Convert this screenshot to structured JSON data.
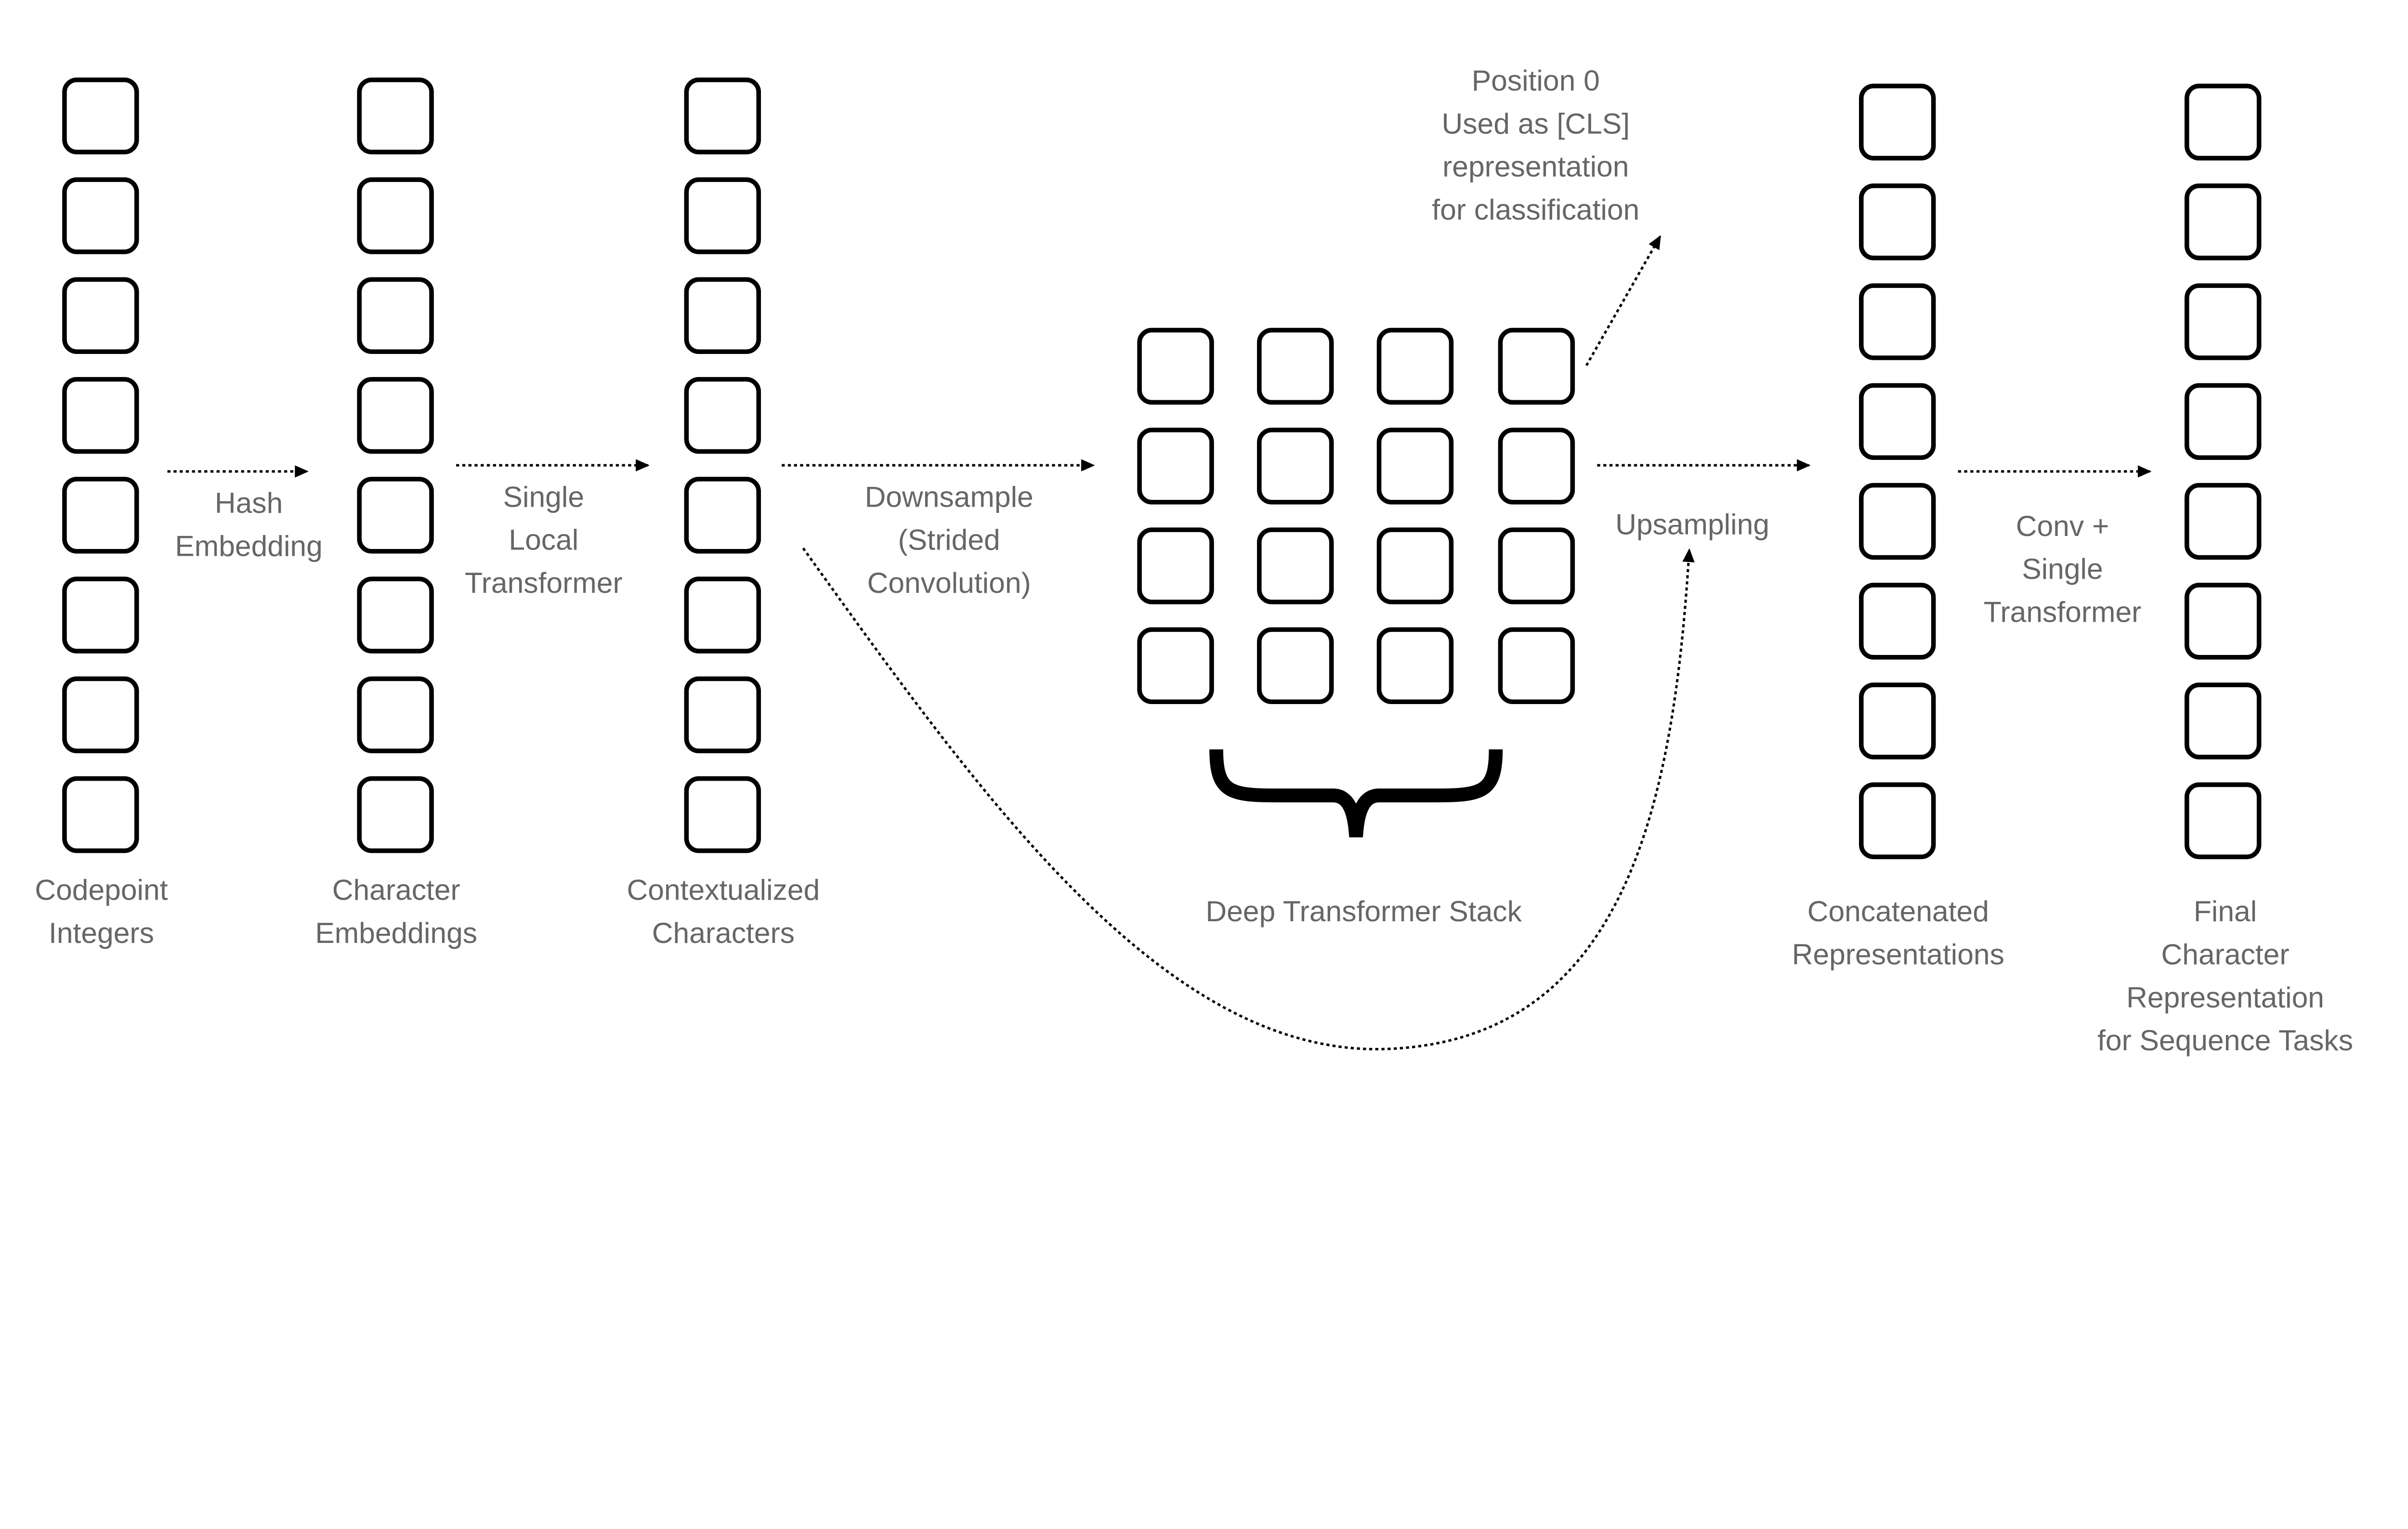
{
  "colors": {
    "box_stroke": "#000000",
    "label_text": "#666666",
    "background": "#ffffff"
  },
  "columns": [
    {
      "label": [
        "Codepoint",
        "Integers"
      ]
    },
    {
      "label": [
        "Character",
        "Embeddings"
      ]
    },
    {
      "label": [
        "Contextualized",
        "Characters"
      ]
    },
    {
      "label": [
        "Concatenated",
        "Representations"
      ]
    },
    {
      "label": [
        "Final",
        "Character",
        "Representation",
        "for Sequence Tasks"
      ]
    }
  ],
  "stack": {
    "label": "Deep Transformer Stack"
  },
  "arrows": [
    {
      "label": [
        "Hash",
        "Embedding"
      ]
    },
    {
      "label": [
        "Single",
        "Local",
        "Transformer"
      ]
    },
    {
      "label": [
        "Downsample",
        "(Strided",
        "Convolution)"
      ]
    },
    {
      "label": [
        "Upsampling"
      ]
    },
    {
      "label": [
        "Conv +",
        "Single",
        "Transformer"
      ]
    }
  ],
  "cls_note": [
    "Position 0",
    "Used as [CLS]",
    "representation",
    "for classification"
  ]
}
